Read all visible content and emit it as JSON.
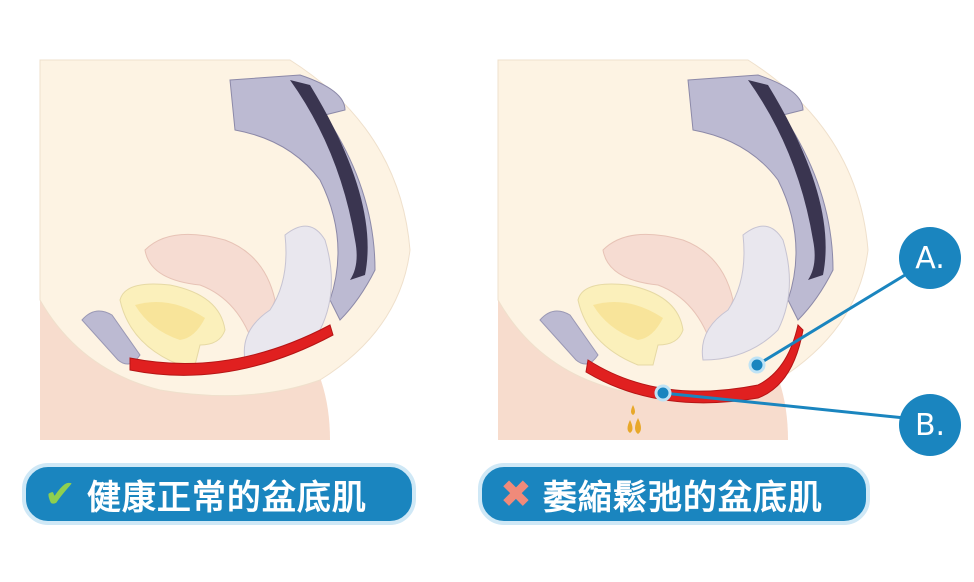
{
  "labels": {
    "healthy": {
      "icon": "check-icon",
      "text": "健康正常的盆底肌"
    },
    "weak": {
      "icon": "cross-icon",
      "text": "萎縮鬆弛的盆底肌"
    }
  },
  "callouts": {
    "a": "A.",
    "b": "B."
  },
  "colors": {
    "accent": "#1a85bf",
    "check": "#8fcf4f",
    "cross": "#f08a7a",
    "muscle": "#e02020"
  }
}
